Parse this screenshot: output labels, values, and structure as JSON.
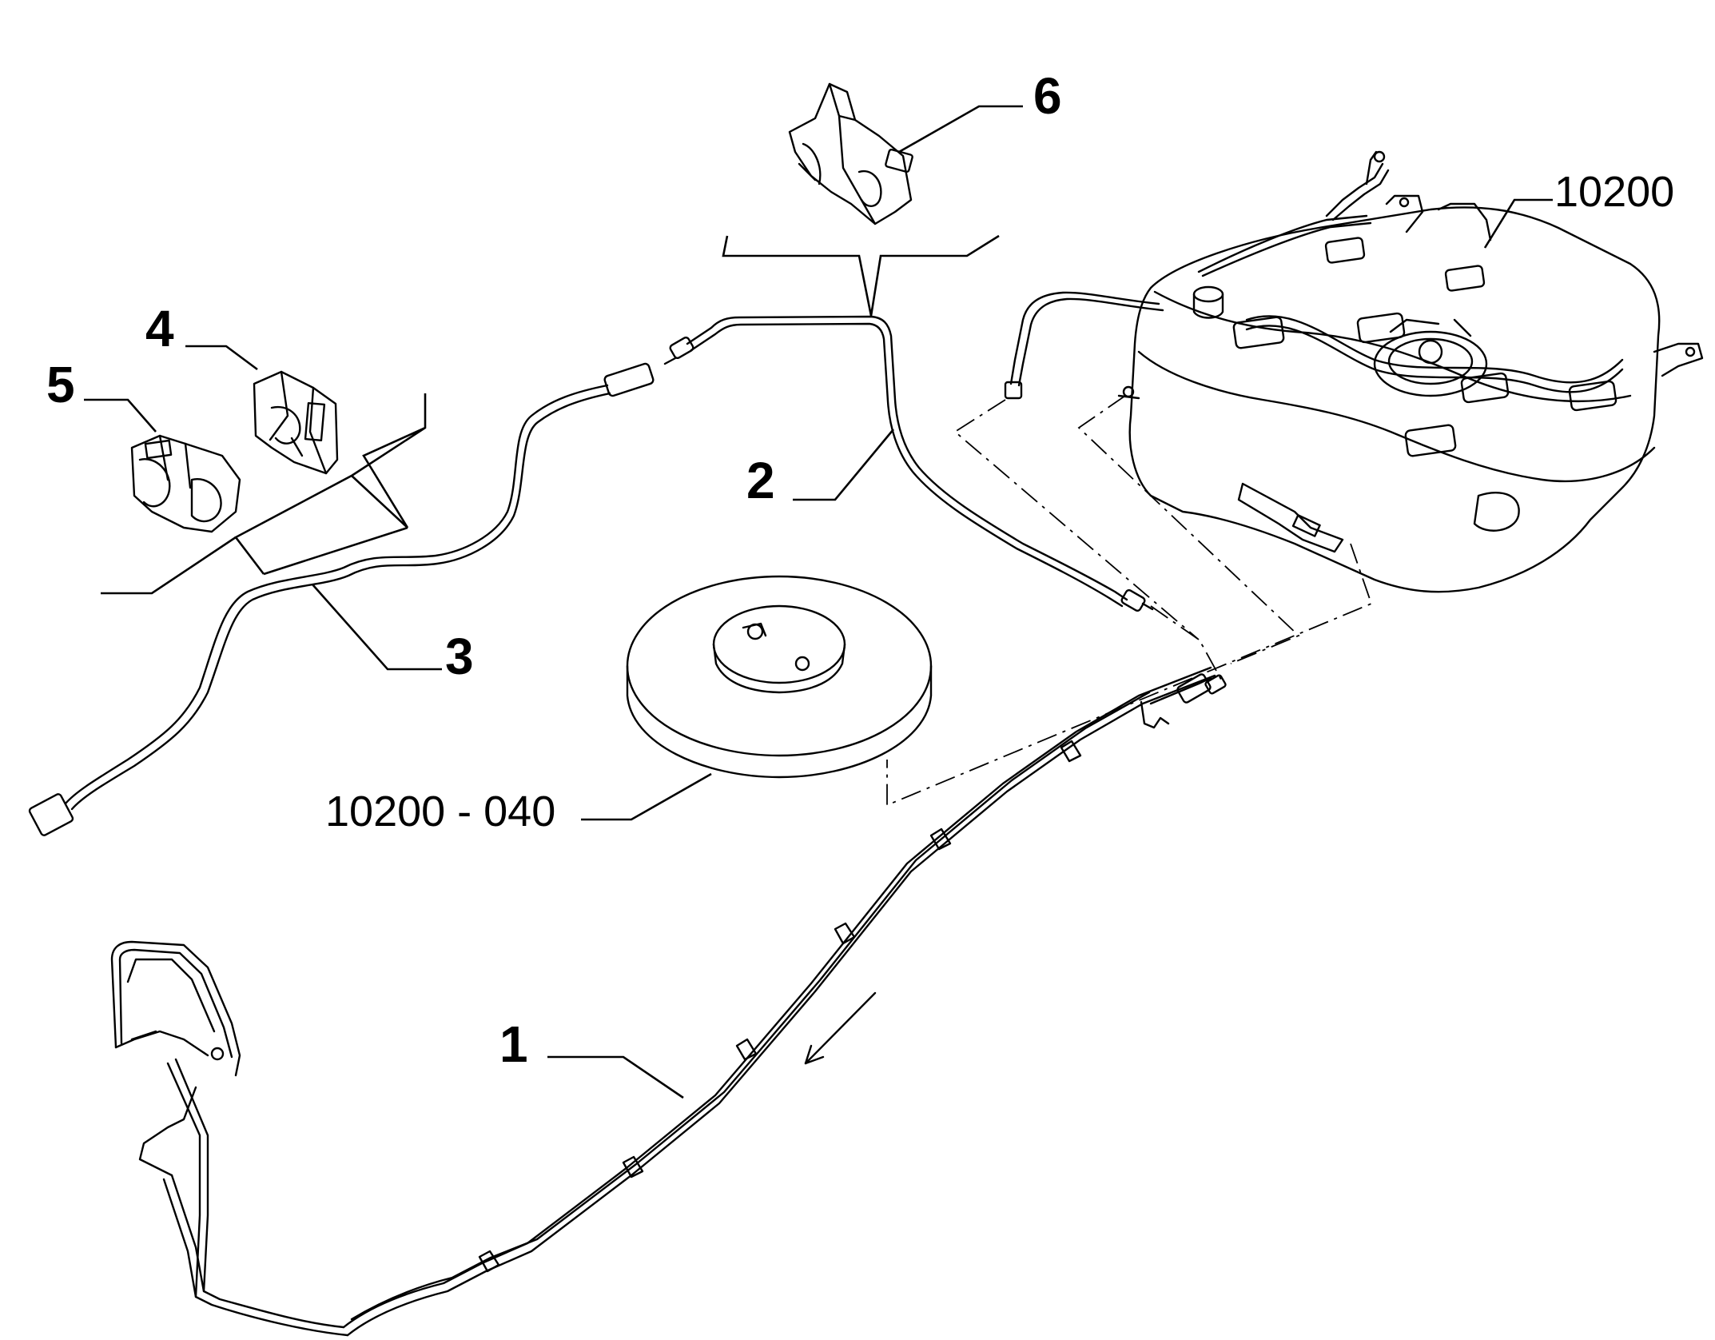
{
  "callouts": {
    "c1": "1",
    "c2": "2",
    "c3": "3",
    "c4": "4",
    "c5": "5",
    "c6": "6",
    "ref_tank": "10200",
    "ref_spare": "10200 - 040"
  },
  "parts": [
    {
      "id": "1",
      "name": "fuel-line-assembly"
    },
    {
      "id": "2",
      "name": "pipe"
    },
    {
      "id": "3",
      "name": "pipe"
    },
    {
      "id": "4",
      "name": "clip"
    },
    {
      "id": "5",
      "name": "clip"
    },
    {
      "id": "6",
      "name": "bracket"
    }
  ],
  "references": [
    {
      "id": "10200",
      "name": "fuel-tank"
    },
    {
      "id": "10200 - 040",
      "name": "spare-tank"
    }
  ],
  "colors": {
    "ink": "#000000",
    "background": "#ffffff"
  }
}
